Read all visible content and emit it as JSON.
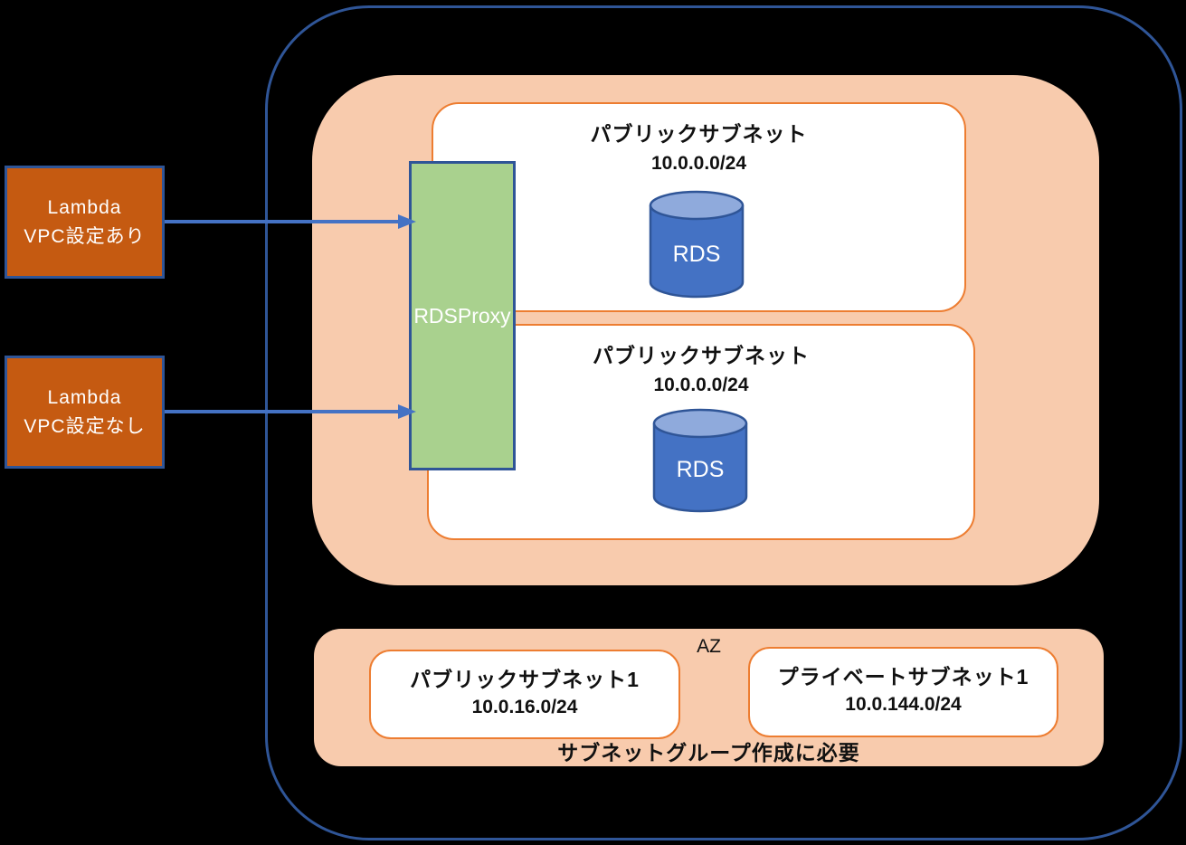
{
  "colors": {
    "background": "#000000",
    "outer_border": "#2F5597",
    "vpc_fill": "#F8CBAD",
    "subnet_border": "#ED7D31",
    "lambda_fill": "#C55A11",
    "shape_border": "#2F5597",
    "proxy_fill": "#A9D18E",
    "db_fill": "#4472C4",
    "db_top_fill": "#8FAADC",
    "arrow": "#4472C4"
  },
  "lambdas": [
    {
      "line1": "Lambda",
      "line2": "VPC設定あり"
    },
    {
      "line1": "Lambda",
      "line2": "VPC設定なし"
    }
  ],
  "rds_proxy_label": "RDSProxy",
  "vpc_subnets": [
    {
      "title": "パブリックサブネット",
      "cidr": "10.0.0.0/24",
      "db": "RDS"
    },
    {
      "title": "パブリックサブネット",
      "cidr": "10.0.0.0/24",
      "db": "RDS"
    }
  ],
  "bottom_group": {
    "az": "AZ",
    "subnets": [
      {
        "title": "パブリックサブネット1",
        "cidr": "10.0.16.0/24"
      },
      {
        "title": "プライベートサブネット1",
        "cidr": "10.0.144.0/24"
      }
    ],
    "caption": "サブネットグループ作成に必要"
  }
}
